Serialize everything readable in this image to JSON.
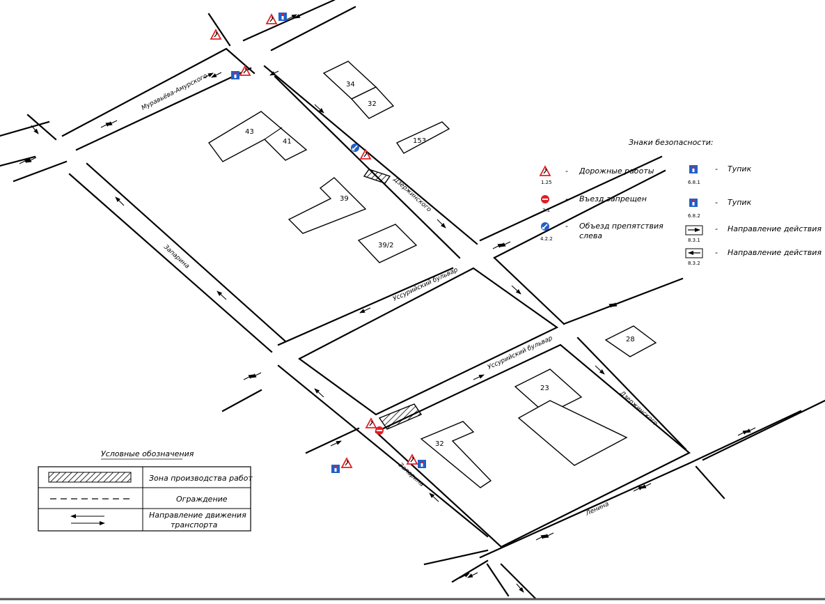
{
  "streets": {
    "muravyeva": "Муравьёва-Амурского",
    "dzerzhinskogo_north": "Дзержинского",
    "dzerzhinskogo_south": "Дзержинского",
    "zaparina_north": "Запарина",
    "zaparina_south": "Запарина",
    "ussuriysky_north": "Уссурийский бульвар",
    "ussuriysky_south": "Уссурийский бульвар",
    "lenina": "Ленина"
  },
  "buildings": {
    "b34": "34",
    "b32n": "32",
    "b153": "153",
    "b43": "43",
    "b41": "41",
    "b39": "39",
    "b39_2": "39/2",
    "b28": "28",
    "b23": "23",
    "b32s": "32"
  },
  "signs_legend": {
    "title": "Знаки безопасности:",
    "dash": "-",
    "items": [
      {
        "code": "1.25",
        "label": "Дорожные работы"
      },
      {
        "code": "3.1",
        "label": "Въезд запрещен"
      },
      {
        "code": "4.2.2",
        "label_line1": "Объезд препятствия",
        "label_line2": "слева"
      },
      {
        "code": "6.8.1",
        "label": "Тупик"
      },
      {
        "code": "6.8.2",
        "label": "Тупик"
      },
      {
        "code": "8.3.1",
        "label": "Направление действия"
      },
      {
        "code": "8.3.2",
        "label": "Направление действия"
      }
    ]
  },
  "conventions": {
    "title": "Условные обозначения",
    "rows": [
      {
        "label": "Зона производства работ"
      },
      {
        "label": "Ограждение"
      },
      {
        "label_line1": "Направление движения",
        "label_line2": "транспорта"
      }
    ]
  },
  "colors": {
    "sign_red": "#e31e24",
    "sign_blue": "#1f5fc8",
    "line": "#000000"
  }
}
